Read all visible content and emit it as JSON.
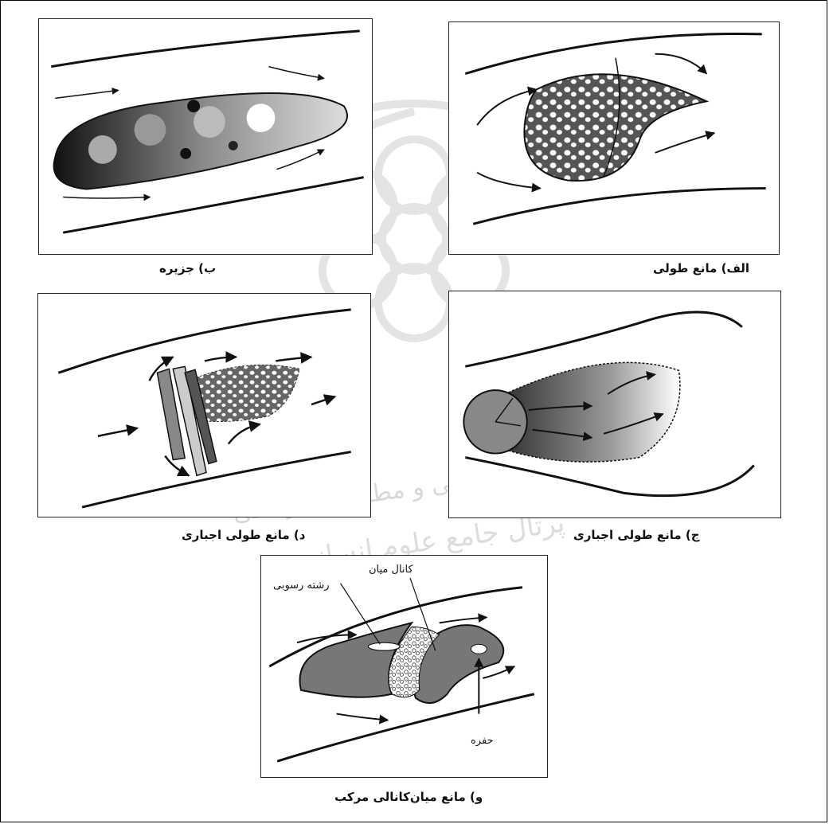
{
  "panels": {
    "b": {
      "caption": "ب) جزیره"
    },
    "a": {
      "caption": "الف) مانع طولی"
    },
    "d": {
      "caption": "د) مانع طولی اجباری"
    },
    "c": {
      "caption": "ج) مانع طولی اجباری"
    },
    "e": {
      "caption": "و) مانع میان‌کانالی مرکب",
      "labels": {
        "middle_channel": "کانال میان",
        "sediment_strand": "رشته رسوبی",
        "hole": "حفره"
      }
    }
  },
  "watermark": {
    "text": "پرتال جامع علوم انسانی",
    "text2": "پژوهشگاه علوم انسانی و مطالعات فرهنگی"
  }
}
